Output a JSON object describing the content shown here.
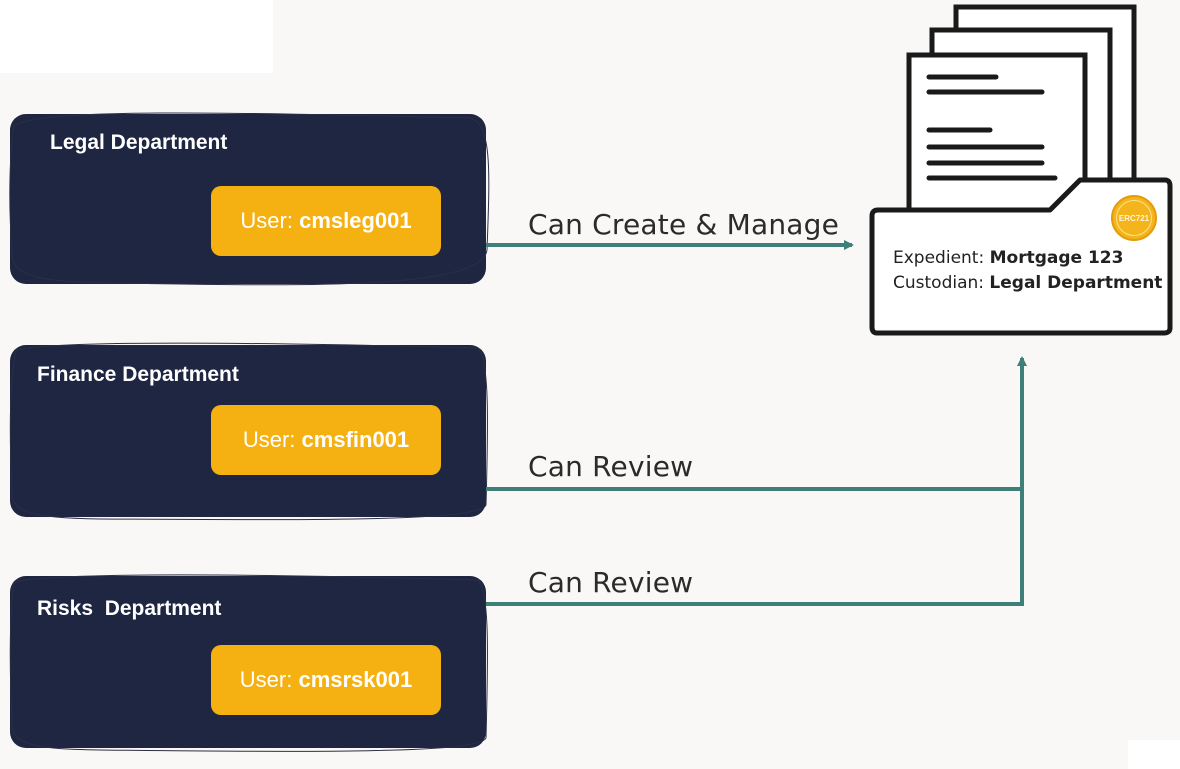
{
  "departments": [
    {
      "title": "Legal Department",
      "user_prefix": "User: ",
      "user_id": "cmsleg001"
    },
    {
      "title": "Finance Department",
      "user_prefix": "User: ",
      "user_id": "cmsfin001"
    },
    {
      "title": "Risks  Department",
      "user_prefix": "User: ",
      "user_id": "cmsrsk001"
    }
  ],
  "edges": {
    "legal_label": "Can Create & Manage",
    "finance_label": "Can Review",
    "risks_label": "Can Review"
  },
  "document": {
    "expedient_label": "Expedient: ",
    "expedient_value": "Mortgage 123",
    "custodian_label": "Custodian: ",
    "custodian_value": "Legal Department",
    "badge_text": "ERC721"
  },
  "colors": {
    "department_bg": "#1e2642",
    "user_pill": "#f5b012",
    "arrow": "#3f7f7a",
    "badge": "#f3b41c"
  }
}
